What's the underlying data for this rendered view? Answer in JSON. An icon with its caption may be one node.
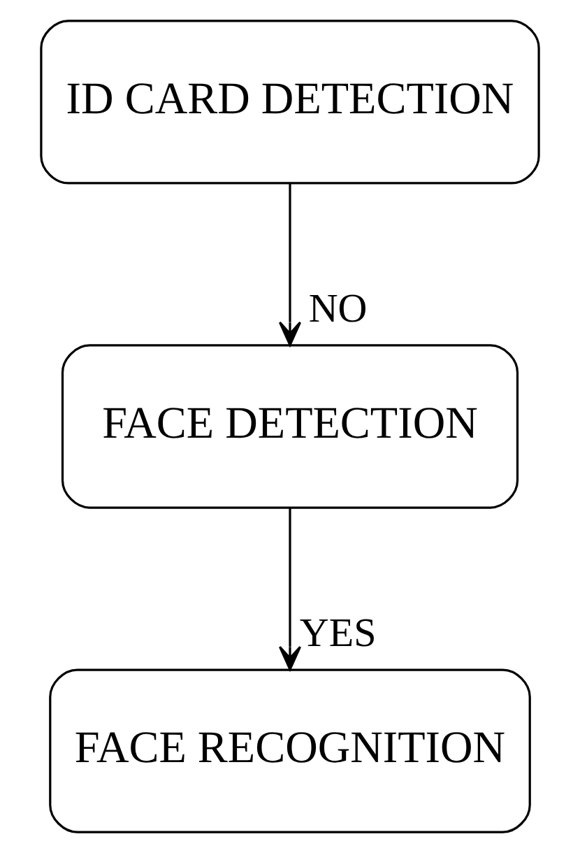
{
  "diagram": {
    "nodes": [
      {
        "text": [
          "ID CARD DETECTION"
        ]
      },
      {
        "text": [
          "FACE DETECTION"
        ]
      },
      {
        "text": [
          "FACE RECOGNITION"
        ]
      }
    ],
    "edges": [
      {
        "from": 0,
        "to": 1,
        "arrow": "to",
        "label": "NO"
      },
      {
        "from": 1,
        "to": 2,
        "arrow": "to",
        "label": "YES"
      }
    ]
  }
}
